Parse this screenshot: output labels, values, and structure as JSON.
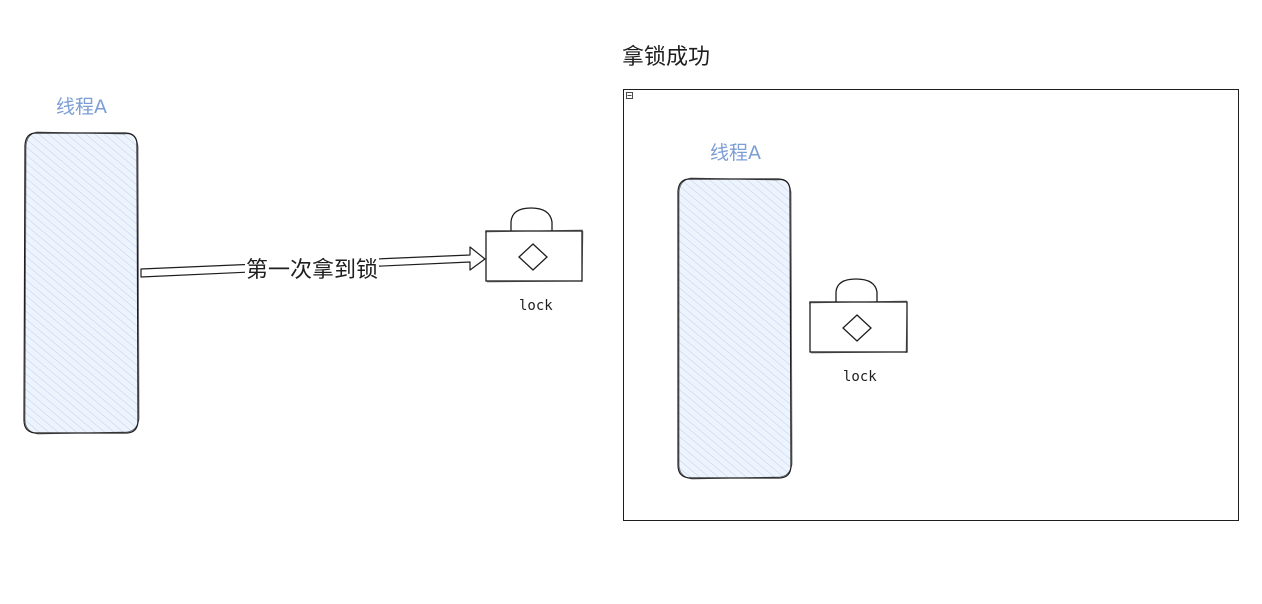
{
  "left_scene": {
    "thread_label": "线程A",
    "arrow_label": "第一次拿到锁",
    "lock_caption": "lock"
  },
  "right_scene": {
    "frame_title": "拿锁成功",
    "thread_label": "线程A",
    "lock_caption": "lock"
  },
  "colors": {
    "stroke": "#1e1e1e",
    "thread_fill": "#e7f0fc",
    "thread_hatch": "#b9cff0",
    "thread_label": "#7c9ed6",
    "background": "#ffffff"
  },
  "icons": {
    "lock": "padlock-icon",
    "frame_marker": "frame-collapse-icon"
  }
}
